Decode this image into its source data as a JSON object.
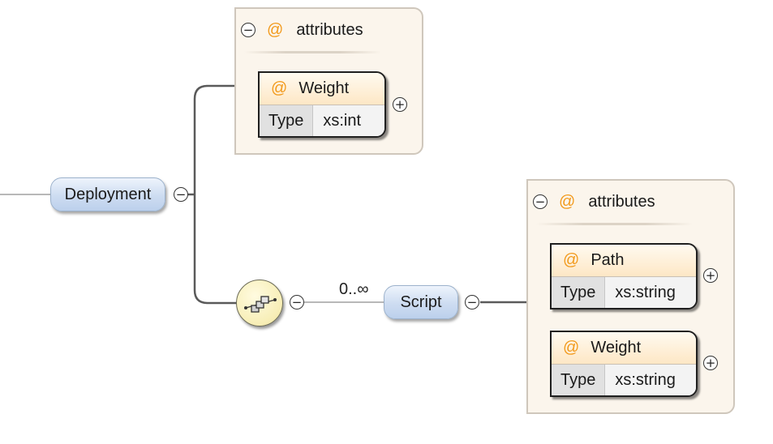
{
  "root_element": {
    "label": "Deployment",
    "toggle_symbol": "−"
  },
  "deployment_attributes": {
    "header": {
      "label": "attributes",
      "at_symbol": "@",
      "toggle_symbol": "−"
    },
    "items": [
      {
        "at_symbol": "@",
        "name": "Weight",
        "type_key": "Type",
        "type_value": "xs:int",
        "toggle_symbol": "+"
      }
    ]
  },
  "sequence_compositor": {
    "icon": "sequence-icon",
    "toggle_symbol": "−"
  },
  "script_element": {
    "label": "Script",
    "occurrence": "0..∞",
    "toggle_symbol": "−"
  },
  "script_attributes": {
    "header": {
      "label": "attributes",
      "at_symbol": "@",
      "toggle_symbol": "−"
    },
    "items": [
      {
        "at_symbol": "@",
        "name": "Path",
        "type_key": "Type",
        "type_value": "xs:string",
        "toggle_symbol": "+"
      },
      {
        "at_symbol": "@",
        "name": "Weight",
        "type_key": "Type",
        "type_value": "xs:string",
        "toggle_symbol": "+"
      }
    ]
  },
  "colors": {
    "attr_symbol": "#f29a1c",
    "element_fill": "#cddcf1",
    "panel_fill": "#fbf5ec",
    "compositor_fill": "#f7eeb6"
  }
}
